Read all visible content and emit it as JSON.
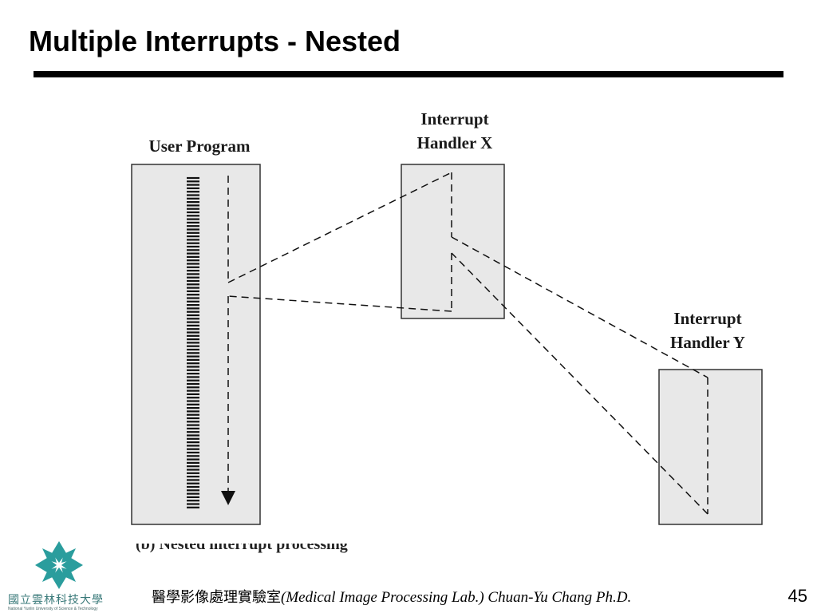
{
  "slide": {
    "title": "Multiple Interrupts - Nested",
    "page_number": "45"
  },
  "diagram": {
    "boxes": [
      {
        "id": "user-program",
        "label_lines": [
          "User Program"
        ]
      },
      {
        "id": "handler-x",
        "label_lines": [
          "Interrupt",
          "Handler X"
        ]
      },
      {
        "id": "handler-y",
        "label_lines": [
          "Interrupt",
          "Handler Y"
        ]
      }
    ],
    "caption_fragment": "(b) Nested interrupt processing"
  },
  "footer": {
    "lab_name_cn": "醫學影像處理實驗室",
    "lab_name_en": "(Medical Image Processing Lab.) Chuan-Yu Chang Ph.D."
  },
  "logo": {
    "name_cn": "國立雲林科技大學",
    "name_en": "National Yunlin University of Science & Technology",
    "color": "#2a9d9d"
  },
  "colors": {
    "box_fill": "#e8e8e8",
    "box_stroke": "#333333",
    "dash_stroke": "#111111",
    "title_rule": "#000000"
  }
}
